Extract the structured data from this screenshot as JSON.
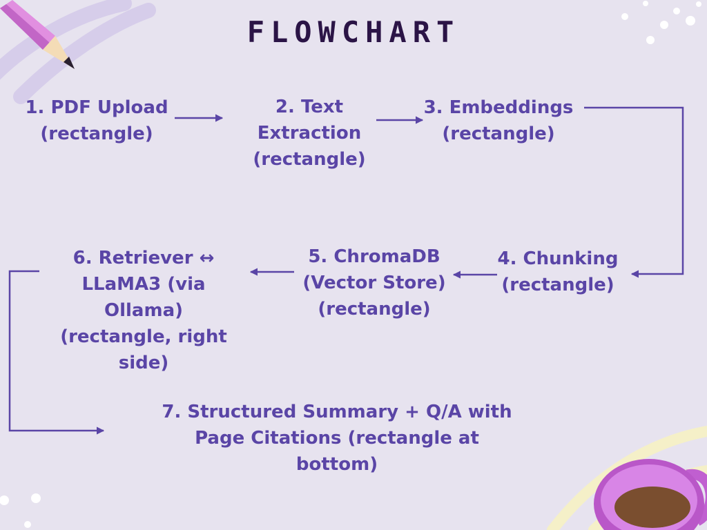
{
  "title": "FLOWCHART",
  "nodes": [
    {
      "id": "pdf-upload",
      "label": "1.  PDF Upload\n(rectangle)"
    },
    {
      "id": "text-extraction",
      "label": "2. Text\nExtraction\n(rectangle)"
    },
    {
      "id": "embeddings",
      "label": "3. Embeddings\n(rectangle)"
    },
    {
      "id": "chunking",
      "label": "4. Chunking\n(rectangle)"
    },
    {
      "id": "chromadb",
      "label": "5. ChromaDB\n(Vector Store)\n(rectangle)"
    },
    {
      "id": "retriever",
      "label": "6. Retriever  ↔\nLLaMA3 (via Ollama)\n(rectangle, right\nside)"
    },
    {
      "id": "summary",
      "label": "7. Structured Summary + Q/A with\nPage Citations (rectangle at\nbottom)"
    }
  ],
  "colors": {
    "background": "#e7e3ef",
    "title": "#2b1446",
    "node_text": "#5a45a6",
    "arrow": "#5a45a6"
  }
}
